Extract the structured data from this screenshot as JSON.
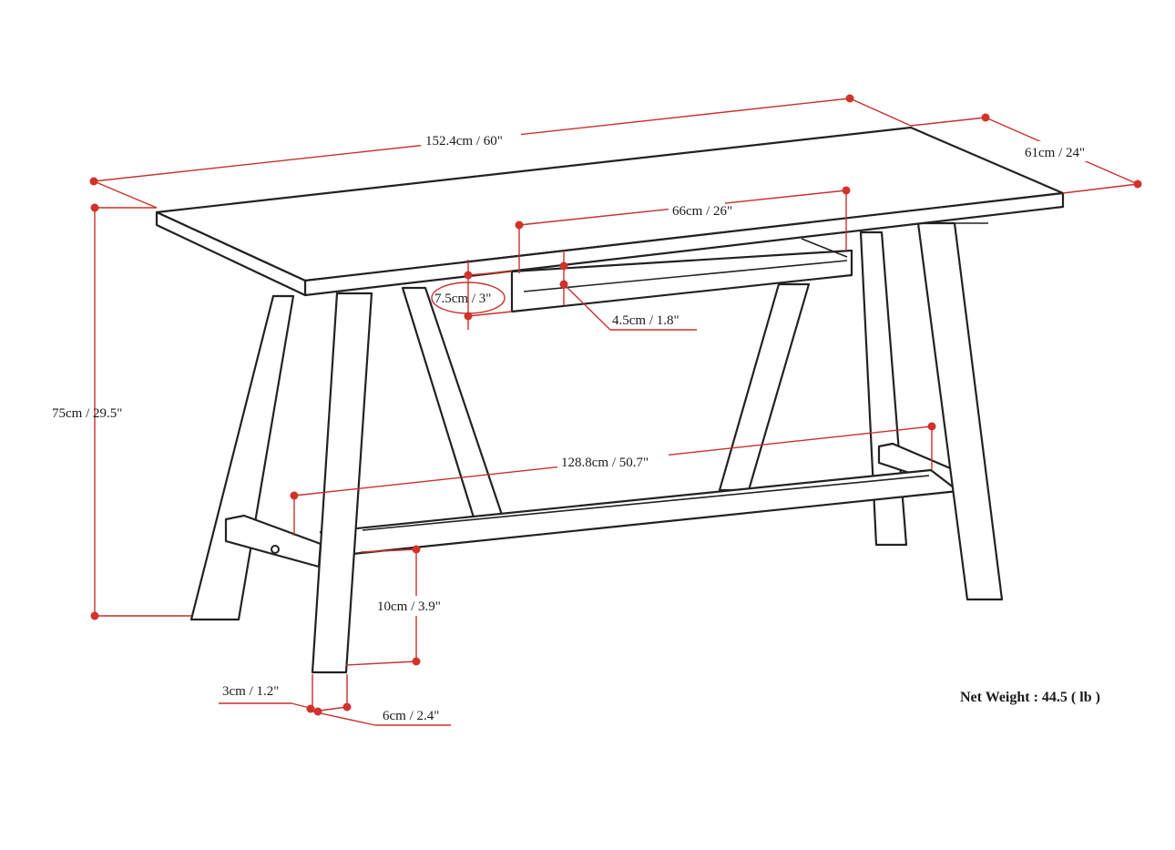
{
  "dimensions": {
    "length": "152.4cm / 60\"",
    "depth": "61cm / 24\"",
    "height": "75cm / 29.5\"",
    "apron_length": "66cm / 26\"",
    "apron_height": "7.5cm / 3\"",
    "apron_thickness": "4.5cm / 1.8\"",
    "stretcher_length": "128.8cm / 50.7\"",
    "stretcher_clearance": "10cm / 3.9\"",
    "leg_thickness": "3cm / 1.2\"",
    "leg_width": "6cm / 2.4\""
  },
  "net_weight": "Net Weight : 44.5 ( lb )",
  "colors": {
    "dimension_line": "#c7312a",
    "outline": "#222222"
  }
}
